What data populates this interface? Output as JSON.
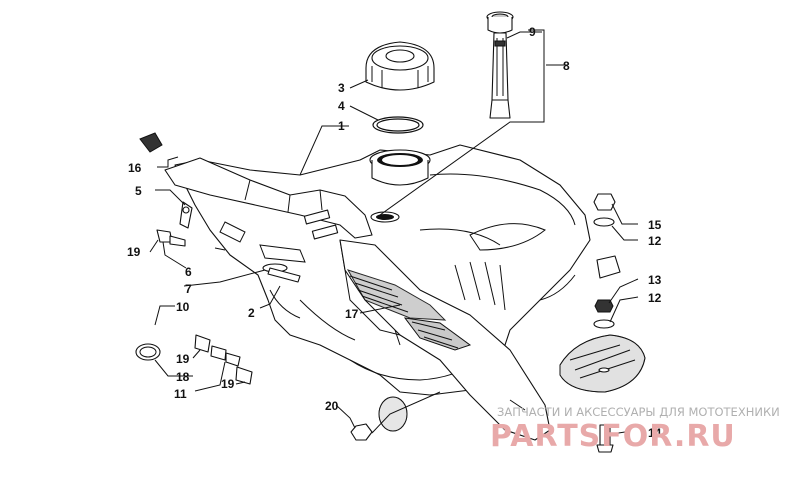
{
  "callouts": {
    "c1": "1",
    "c2": "2",
    "c3": "3",
    "c4": "4",
    "c5": "5",
    "c6": "6",
    "c7": "7",
    "c8": "8",
    "c9": "9",
    "c10": "10",
    "c11": "11",
    "c12a": "12",
    "c12b": "12",
    "c13": "13",
    "c14": "14",
    "c15": "15",
    "c16": "16",
    "c17": "17",
    "c18": "18",
    "c19a": "19",
    "c19b": "19",
    "c19c": "19",
    "c20": "20"
  },
  "watermark": {
    "tagline": "ЗАПЧАСТИ И АКСЕССУАРЫ ДЛЯ МОТОТЕХНИКИ",
    "logo": "PARTSFOR.RU"
  }
}
